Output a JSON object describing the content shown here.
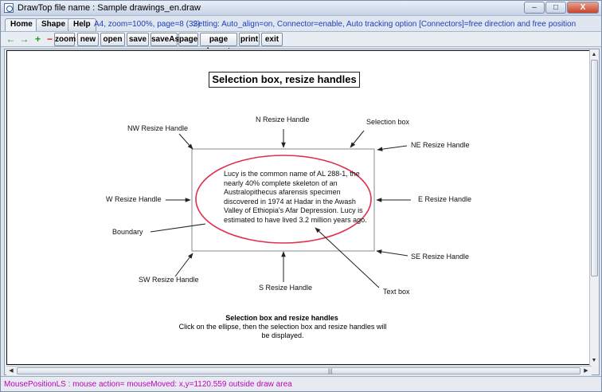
{
  "window": {
    "title": "DrawTop file name : Sample drawings_en.draw",
    "controls": [
      "–",
      "□",
      "X"
    ]
  },
  "menubar": {
    "tabs": [
      {
        "label": "Home",
        "active": true
      },
      {
        "label": "Shape",
        "active": false
      },
      {
        "label": "Help",
        "active": false
      }
    ],
    "page_info": "A4,  zoom=100%,  page=8 (32)",
    "setting": "Setting:  Auto_align=on,  Connector=enable,  Auto tracking option [Connectors]=free direction and free position"
  },
  "toolbar": {
    "icons": [
      {
        "name": "back-arrow-icon",
        "glyph": "←",
        "color": "#1f9a1f"
      },
      {
        "name": "forward-arrow-icon",
        "glyph": "→",
        "color": "#1f9a1f"
      },
      {
        "name": "zoom-in-icon",
        "glyph": "+",
        "color": "#1f9a1f"
      },
      {
        "name": "zoom-out-icon",
        "glyph": "−",
        "color": "#d42323"
      }
    ],
    "buttons": {
      "zoom": "zoom",
      "new": "new",
      "open": "open",
      "save": "save",
      "saveas": "saveAs",
      "page": "page",
      "page_layout": "page layout",
      "print": "print",
      "exit": "exit"
    }
  },
  "drawing": {
    "title": "Selection box, resize handles",
    "labels": {
      "nw": "NW Resize Handle",
      "n": "N Resize Handle",
      "selection_box": "Selection box",
      "ne": "NE Resize Handle",
      "w": "W Resize Handle",
      "e": "E Resize Handle",
      "boundary": "Boundary",
      "sw": "SW Resize Handle",
      "s": "S Resize Handle",
      "se": "SE Resize Handle",
      "text_box": "Text  box"
    },
    "ellipse_text": "Lucy is the common name of AL 288-1, the nearly 40% complete skeleton of an Australopithecus afarensis specimen discovered in 1974 at Hadar in the Awash Valley of Ethiopia's Afar Depression. Lucy is estimated to have lived 3.2 million years ago.",
    "ellipse_color": "#e0304c",
    "caption_title": "Selection box and resize handles",
    "caption_desc": "Click on the ellipse, then the selection box and resize handles will be displayed."
  },
  "status": "MousePositionLS :  mouse action= mouseMoved:  x,y=1120.559 outside draw area"
}
